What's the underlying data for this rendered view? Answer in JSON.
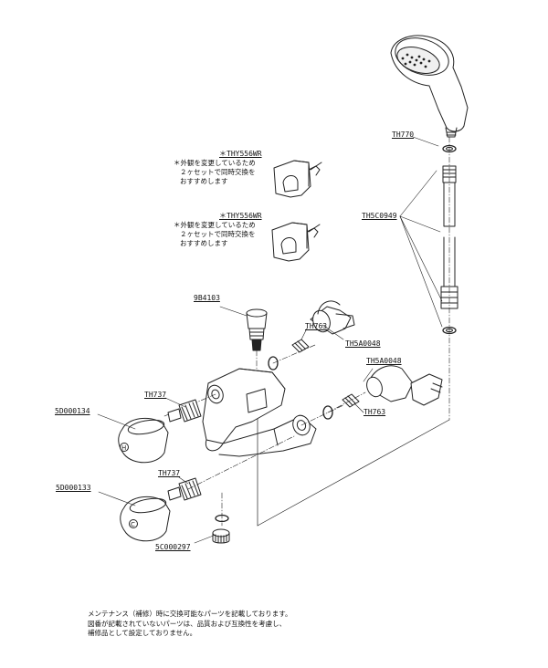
{
  "labels": {
    "th770": "TH770",
    "th5c0949": "TH5C0949",
    "thy556wr_1": "＊THY556WR",
    "thy556wr_2": "＊THY556WR",
    "b9_4103": "9B4103",
    "th763_top": "TH763",
    "th5a0048_top": "TH5A0048",
    "th5a0048_mid": "TH5A0048",
    "th763_mid": "TH763",
    "th737_top": "TH737",
    "th737_bottom": "TH737",
    "d5_000134": "5D000134",
    "d5_000133": "5D000133",
    "c5_000297": "5C000297"
  },
  "notes": {
    "n1": [
      "＊外観を変更しているため",
      "２ヶセットで同時交換を",
      "おすすめします"
    ],
    "n2": [
      "＊外観を変更しているため",
      "２ヶセットで同時交換を",
      "おすすめします"
    ]
  },
  "footer": {
    "line1": "メンテナンス（補修）時に交換可能なパーツを記載しております。",
    "line2": "図番が記載されていないパーツは、品質および互換性を考慮し、",
    "line3": "補修品として設定しておりません。"
  }
}
